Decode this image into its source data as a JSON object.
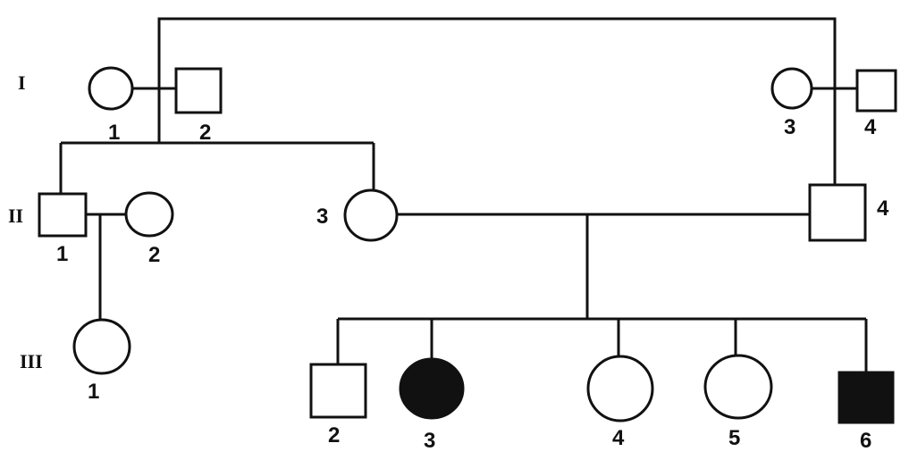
{
  "generations": [
    "I",
    "II",
    "III"
  ],
  "individuals": [
    {
      "id": "I-1",
      "label": "1",
      "sex": "female",
      "affected": false
    },
    {
      "id": "I-2",
      "label": "2",
      "sex": "male",
      "affected": false
    },
    {
      "id": "I-3",
      "label": "3",
      "sex": "female",
      "affected": false
    },
    {
      "id": "I-4",
      "label": "4",
      "sex": "male",
      "affected": false
    },
    {
      "id": "II-1",
      "label": "1",
      "sex": "male",
      "affected": false
    },
    {
      "id": "II-2",
      "label": "2",
      "sex": "female",
      "affected": false
    },
    {
      "id": "II-3",
      "label": "3",
      "sex": "female",
      "affected": false
    },
    {
      "id": "II-4",
      "label": "4",
      "sex": "male",
      "affected": false
    },
    {
      "id": "III-1",
      "label": "1",
      "sex": "female",
      "affected": false
    },
    {
      "id": "III-2",
      "label": "2",
      "sex": "male",
      "affected": false
    },
    {
      "id": "III-3",
      "label": "3",
      "sex": "female",
      "affected": true
    },
    {
      "id": "III-4",
      "label": "4",
      "sex": "female",
      "affected": false
    },
    {
      "id": "III-5",
      "label": "5",
      "sex": "female",
      "affected": false
    },
    {
      "id": "III-6",
      "label": "6",
      "sex": "male",
      "affected": true
    }
  ],
  "colors": {
    "line": "#111111",
    "affected_fill": "#111111",
    "unaffected_fill": "#ffffff"
  }
}
